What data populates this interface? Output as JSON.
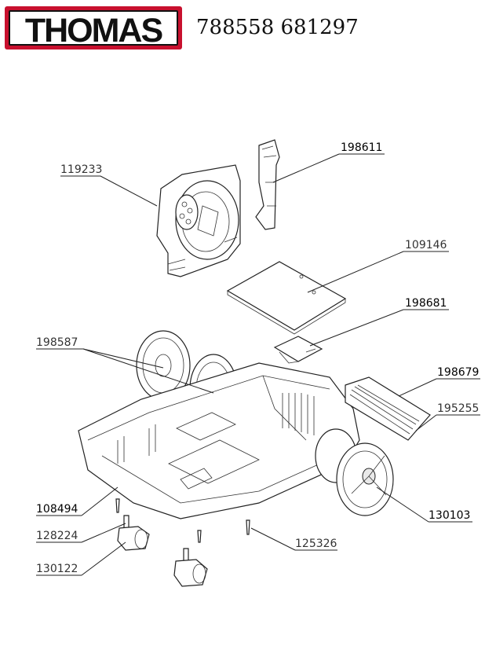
{
  "header": {
    "brand": "THOMAS",
    "model_numbers": "788558 681297"
  },
  "parts": {
    "p198611": "198611",
    "p119233": "119233",
    "p109146": "109146",
    "p198681": "198681",
    "p198587": "198587",
    "p198679": "198679",
    "p195255": "195255",
    "p108494": "108494",
    "p128224": "128224",
    "p130122": "130122",
    "p125326": "125326",
    "p130103": "130103"
  },
  "colors": {
    "brand_red": "#c8102e",
    "line": "#222222"
  }
}
